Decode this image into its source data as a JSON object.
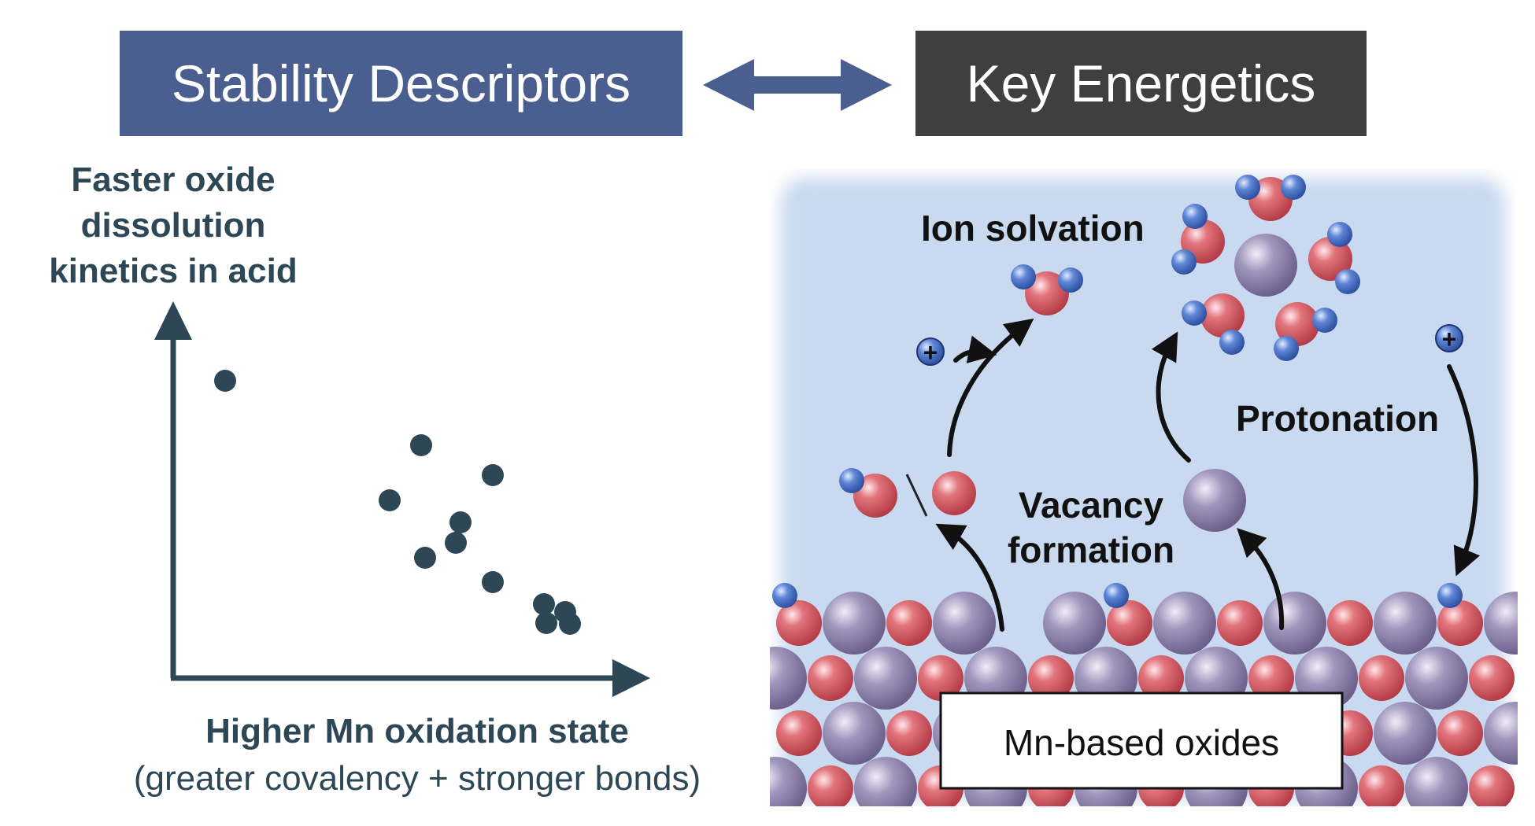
{
  "header": {
    "left": "Stability Descriptors",
    "right": "Key Energetics"
  },
  "plot": {
    "ylabel_lines": [
      "Faster oxide",
      "dissolution",
      "kinetics in acid"
    ],
    "xlabel_bold": "Higher Mn oxidation state",
    "xlabel_sub": "(greater covalency + stronger bonds)"
  },
  "scene": {
    "labels": {
      "ion_solvation": "Ion solvation",
      "protonation": "Protonation",
      "vacancy_1": "Vacancy",
      "vacancy_2": "formation"
    },
    "box_label": "Mn-based oxides",
    "proton_symbol": "+"
  },
  "colors": {
    "header_left": "#4a5f8f",
    "header_right": "#3f3f3f",
    "axis": "#2d4756",
    "point": "#2d4756",
    "water": "#c9d9ef",
    "oxygen": "#d45b64",
    "manganese": "#8b80a8",
    "proton": "#4c72c8"
  }
}
